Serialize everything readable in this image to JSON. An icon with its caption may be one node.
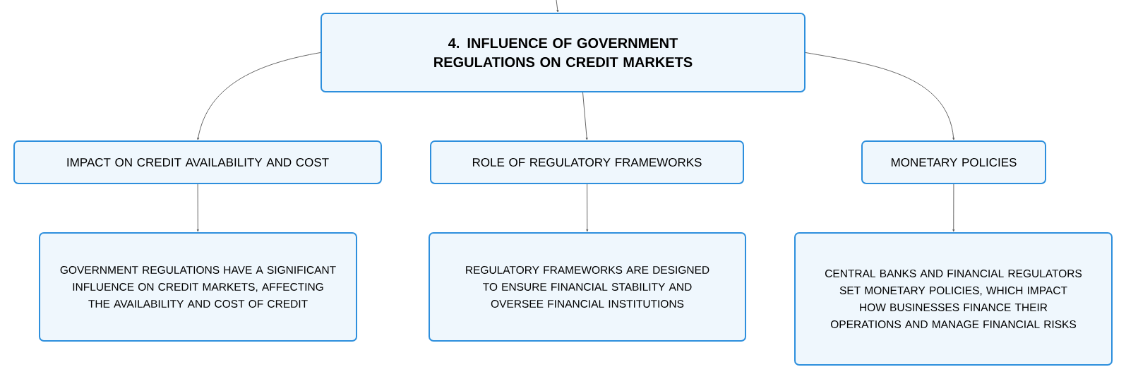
{
  "diagram": {
    "nodes": [
      {
        "text": [
          "4. INFLUENCE OF GOVERNMENT REGULATIONS ON CREDIT MARKETS"
        ]
      },
      {
        "text": [
          "IMPACT ON CREDIT AVAILABILITY AND COST"
        ]
      },
      {
        "text": [
          "ROLE OF REGULATORY FRAMEWORKS"
        ]
      },
      {
        "text": [
          "MONETARY POLICIES"
        ]
      },
      {
        "text": [
          "GOVERNMENT REGULATIONS HAVE A SIGNIFICANT INFLUENCE ON CREDIT MARKETS, AFFECTING THE AVAILABILITY AND COST OF CREDIT"
        ]
      },
      {
        "text": [
          "REGULATORY FRAMEWORKS ARE DESIGNED TO ENSURE FINANCIAL STABILITY AND OVERSEE FINANCIAL INSTITUTIONS"
        ]
      },
      {
        "text": [
          "CENTRAL BANKS AND FINANCIAL REGULATORS SET MONETARY POLICIES, WHICH IMPACT HOW BUSINESSES FINANCE THEIR OPERATIONS AND MANAGE FINANCIAL RISKS"
        ]
      }
    ],
    "edges": [
      {
        "from": null,
        "to": 0,
        "arrow": "to"
      },
      {
        "from": 0,
        "to": 1,
        "arrow": "to"
      },
      {
        "from": 0,
        "to": 2,
        "arrow": "to"
      },
      {
        "from": 0,
        "to": 3,
        "arrow": "to"
      },
      {
        "from": 1,
        "to": 4,
        "arrow": "to"
      },
      {
        "from": 2,
        "to": 5,
        "arrow": "to"
      },
      {
        "from": 3,
        "to": 6,
        "arrow": "to"
      }
    ]
  }
}
